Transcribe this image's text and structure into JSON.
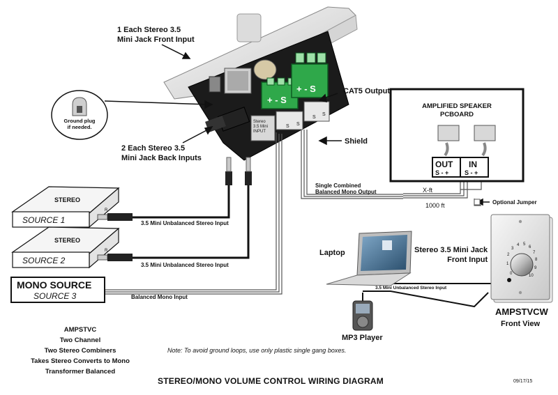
{
  "labels": {
    "front_input": "1 Each Stereo 3.5\nMini Jack Front Input",
    "back_inputs": "2 Each Stereo 3.5\nMini Jack Back Inputs",
    "ground_plug": "Ground plug\nif needed.",
    "cat5_output": "CAT5 Output",
    "shield": "Shield",
    "single_combined": "Single Combined",
    "balanced_mono_output": "Balanced Mono Output",
    "xft": "X-ft",
    "thousand_ft": "1000 ft",
    "optional_jumper": "Optional Jumper",
    "stereo_input_1": "3.5 Mini Unbalanced Stereo Input",
    "stereo_input_2": "3.5 Mini Unbalanced Stereo Input",
    "balanced_mono_input": "Balanced Mono Input",
    "laptop": "Laptop",
    "mp3_player": "MP3 Player",
    "stereo_front_input": "Stereo 3.5 Mini Jack\nFront Input",
    "small_stereo_input": "3.5 Mini Unbalanced Stereo Input"
  },
  "board_text": {
    "term_left": "+ - S",
    "term_right": "+ - S",
    "jack_label": "Stereo\n3.5 Mini\nINPUT",
    "s_marks": [
      "S",
      "S",
      "S",
      "S"
    ]
  },
  "speaker_box": {
    "title": "AMPLIFIED SPEAKER\nPCBOARD",
    "out_label": "OUT",
    "out_pins": "S -  +",
    "in_label": "IN",
    "in_pins": "S -  +"
  },
  "sources": {
    "stereo1_top": "STEREO",
    "stereo1_name": "SOURCE 1",
    "stereo2_top": "STEREO",
    "stereo2_name": "SOURCE 2",
    "mono_top": "MONO SOURCE",
    "mono_name": "SOURCE 3"
  },
  "wallplate": {
    "model": "AMPSTVCW",
    "view": "Front View",
    "dial_numbers": [
      "0",
      "1",
      "2",
      "3",
      "4",
      "5",
      "6",
      "7",
      "8",
      "9",
      "10"
    ]
  },
  "product_notes": [
    "AMPSTVC",
    "Two Channel",
    "Two Stereo Combiners",
    "Takes Stereo Converts to Mono",
    "Transformer Balanced"
  ],
  "note": "Note: To avoid ground loops, use only plastic single gang boxes.",
  "title": "STEREO/MONO VOLUME CONTROL WIRING DIAGRAM",
  "date": "09/17/15",
  "colors": {
    "terminal_green": "#2fa84a",
    "pcb_dark": "#1b1b1b",
    "plate": "#e9e9e9",
    "cable_black": "#111111",
    "cable_white": "#f4f4f4"
  }
}
